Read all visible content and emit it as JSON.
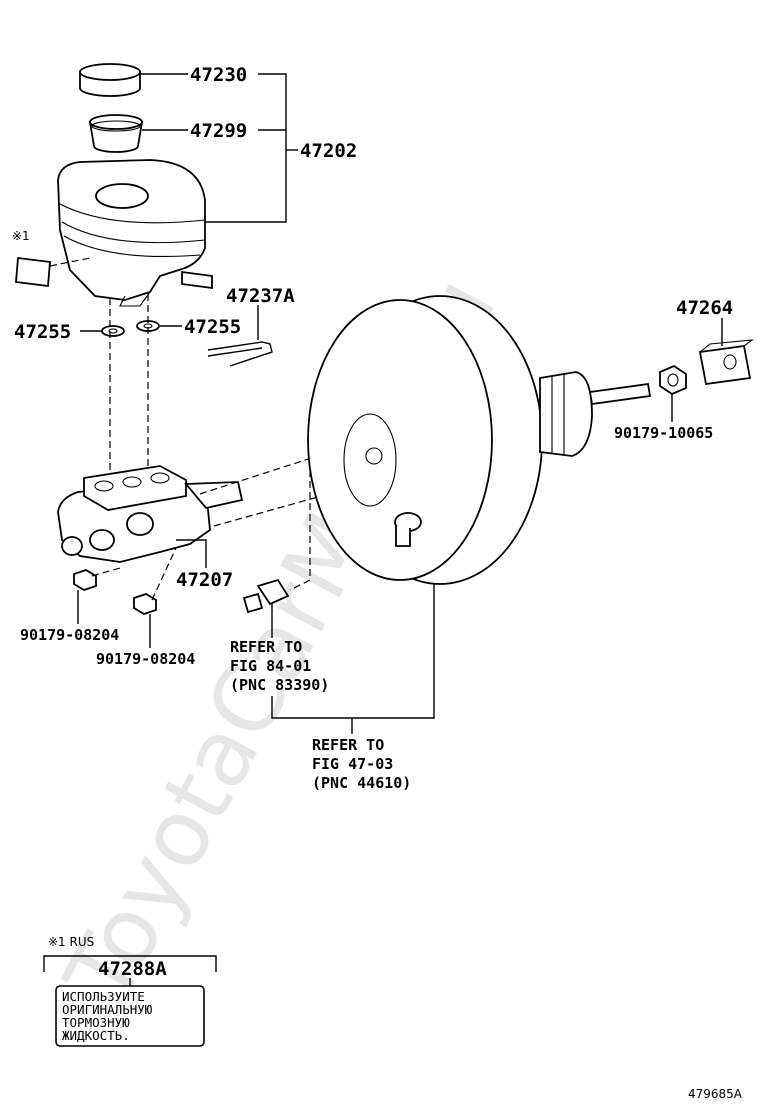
{
  "watermark": "ToyotaCarMine.ru",
  "figure_id": "479685A",
  "parts": {
    "p47230": "47230",
    "p47299": "47299",
    "p47202": "47202",
    "p47237A": "47237A",
    "p47255_left": "47255",
    "p47255_right": "47255",
    "p47264": "47264",
    "p90179_10065": "90179-10065",
    "p47207": "47207",
    "p90179_08204_a": "90179-08204",
    "p90179_08204_b": "90179-08204"
  },
  "note_mark": "※1",
  "refer_switch": [
    "REFER TO",
    "FIG 84-01",
    "(PNC 83390)"
  ],
  "refer_booster": [
    "REFER TO",
    "FIG 47-03",
    "(PNC 44610)"
  ],
  "inset": {
    "note": "※1 RUS",
    "part": "47288A",
    "label_lines": [
      "ИСПОЛЬЗУИТЕ",
      "ОРИГИНАЛЬНУЮ",
      "ТОРМОЗНУЮ",
      "ЖИДКОСТЬ."
    ]
  }
}
